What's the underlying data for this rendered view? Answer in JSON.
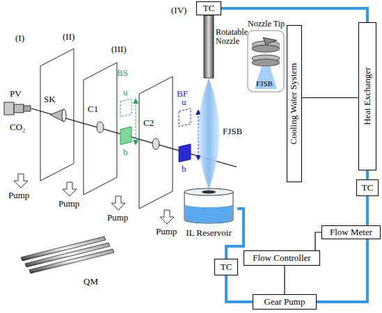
{
  "diagram": {
    "nodes": [
      {
        "text": [
          "TC"
        ]
      },
      {
        "text": [
          "Cooling Water System"
        ]
      },
      {
        "text": [
          "Heat Exchanger"
        ]
      },
      {
        "text": [
          "TC"
        ]
      },
      {
        "text": [
          "Flow Meter"
        ]
      },
      {
        "text": [
          "Flow Controller"
        ]
      },
      {
        "text": [
          "TC"
        ]
      },
      {
        "text": [
          "Gear Pump"
        ]
      },
      {
        "text": [
          "IL Reservoir"
        ]
      }
    ],
    "edges": [
      {
        "from": 0,
        "to": 2,
        "arrow": "none"
      },
      {
        "from": 1,
        "to": 2,
        "arrow": "none"
      },
      {
        "from": 2,
        "to": 3,
        "arrow": "none"
      },
      {
        "from": 3,
        "to": 4,
        "arrow": "none"
      },
      {
        "from": 4,
        "to": 5,
        "arrow": "none"
      },
      {
        "from": 5,
        "to": 7,
        "arrow": "none"
      },
      {
        "from": 4,
        "to": 7,
        "arrow": "none"
      },
      {
        "from": 7,
        "to": 6,
        "arrow": "none"
      },
      {
        "from": 6,
        "to": 8,
        "arrow": "none"
      }
    ],
    "labels": [
      "(I)",
      "(II)",
      "(III)",
      "(IV)",
      "PV",
      "CO₂",
      "SK",
      "C1",
      "BS",
      "u",
      "b",
      "C2",
      "BF",
      "u",
      "b",
      "Pump",
      "Pump",
      "Pump",
      "Pump",
      "QM",
      "Rotatable Nozzle",
      "Nozzle Tip",
      "FJSB",
      "FJSB"
    ]
  }
}
